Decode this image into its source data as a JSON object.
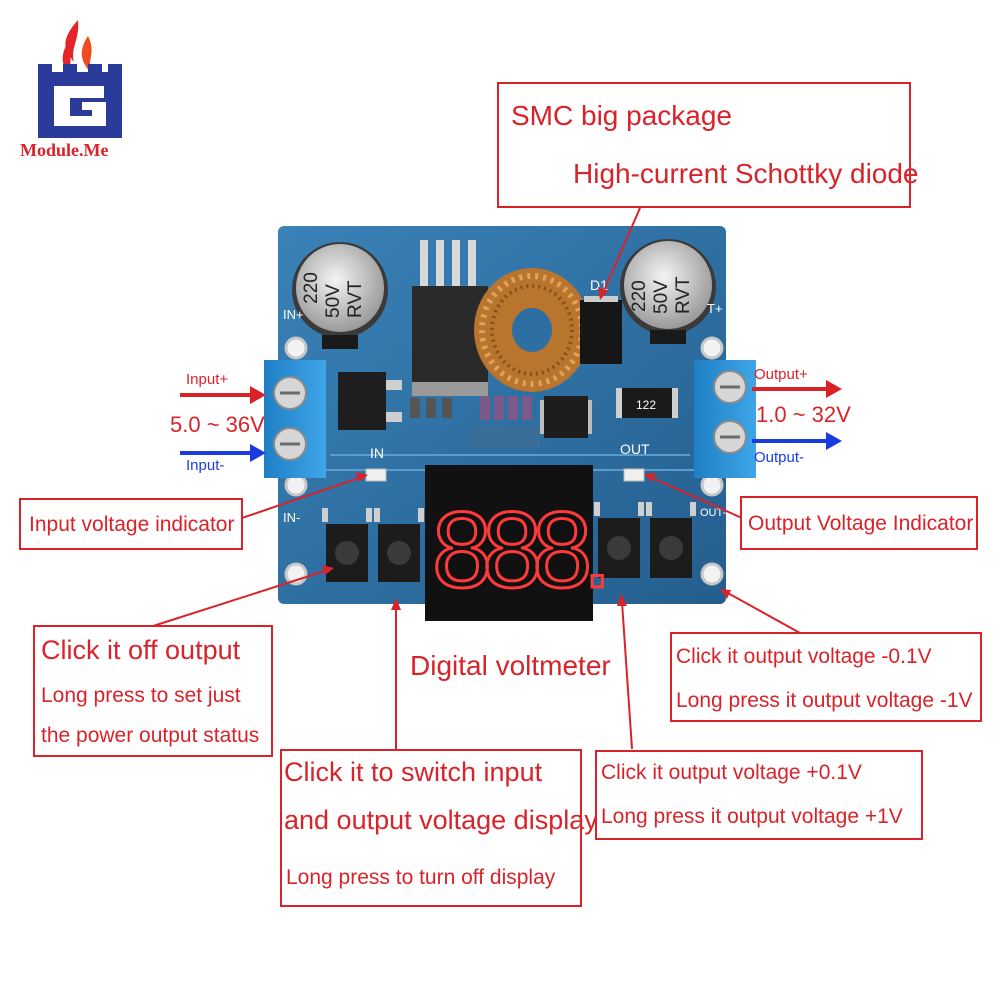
{
  "logo": {
    "brand": "Module.Me"
  },
  "callouts": {
    "diode": {
      "line1": "SMC big package",
      "line2": "High-current Schottky diode"
    },
    "input_indicator": {
      "text": "Input voltage indicator"
    },
    "output_indicator": {
      "text": "Output Voltage Indicator"
    },
    "btn1": {
      "line1": "Click it off output",
      "line2": "Long press to set just",
      "line3": "the power output status"
    },
    "btn2": {
      "line1": "Click it to switch input",
      "line2": "and output voltage display",
      "line3": "Long press to turn off display"
    },
    "btn3": {
      "line1": "Click it output voltage +0.1V",
      "line2": "Long press it output voltage +1V"
    },
    "btn4": {
      "line1": "Click it output voltage -0.1V",
      "line2": "Long press it output voltage -1V"
    }
  },
  "labels": {
    "voltmeter": "Digital voltmeter",
    "input_plus": "Input+",
    "input_minus": "Input-",
    "input_range": "5.0 ~ 36V",
    "output_plus": "Output+",
    "output_minus": "Output-",
    "output_range": "1.0 ~ 32V"
  },
  "board": {
    "cap_left": [
      "220",
      "50V",
      "RVT"
    ],
    "cap_right": [
      "220",
      "50V",
      "RVT"
    ],
    "in_mark": "IN",
    "out_mark": "OUT",
    "in_minus_mark": "IN-",
    "in_plus_mark": "IN+",
    "out_plus_mark": "T+",
    "out_minus_mark": "OUT-",
    "diode_mark": "D1",
    "resistor_mark": "122",
    "display_digits": "888."
  },
  "colors": {
    "callout_red": "#d9232a",
    "arrow_blue": "#1a3be0",
    "pcb_blue": "#2d6fa3",
    "terminal_blue": "#2f8fd0",
    "led_red": "#ff2a2a"
  }
}
